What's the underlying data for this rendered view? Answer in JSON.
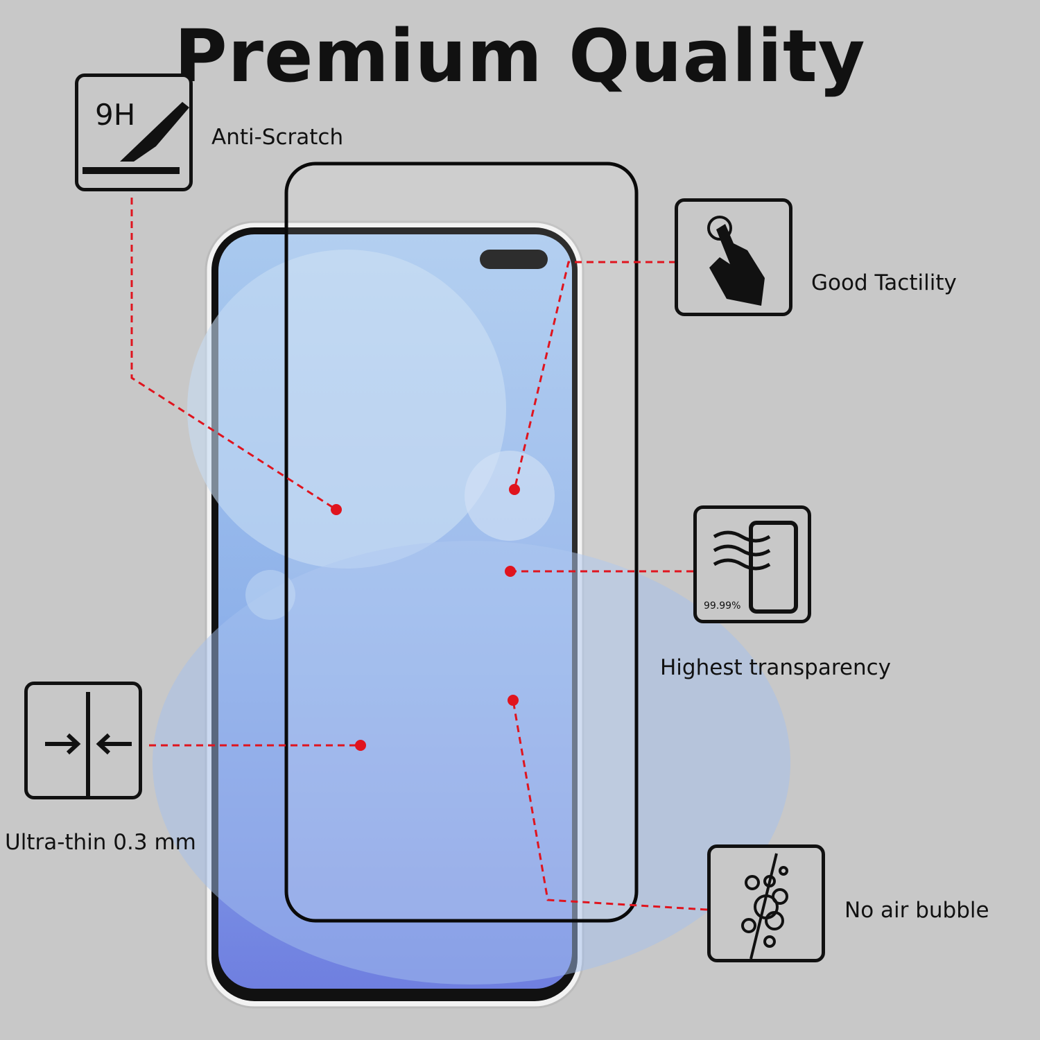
{
  "title": "Premium Quality",
  "features": {
    "anti_scratch": "Anti-Scratch",
    "hardness": "9H",
    "tactility": "Good Tactility",
    "transparency": "Highest transparency",
    "transparency_value": "99.99%",
    "thin": "Ultra-thin 0.3 mm",
    "bubble": "No air bubble"
  },
  "colors": {
    "background": "#c8c8c8",
    "callout": "#e0141e"
  }
}
